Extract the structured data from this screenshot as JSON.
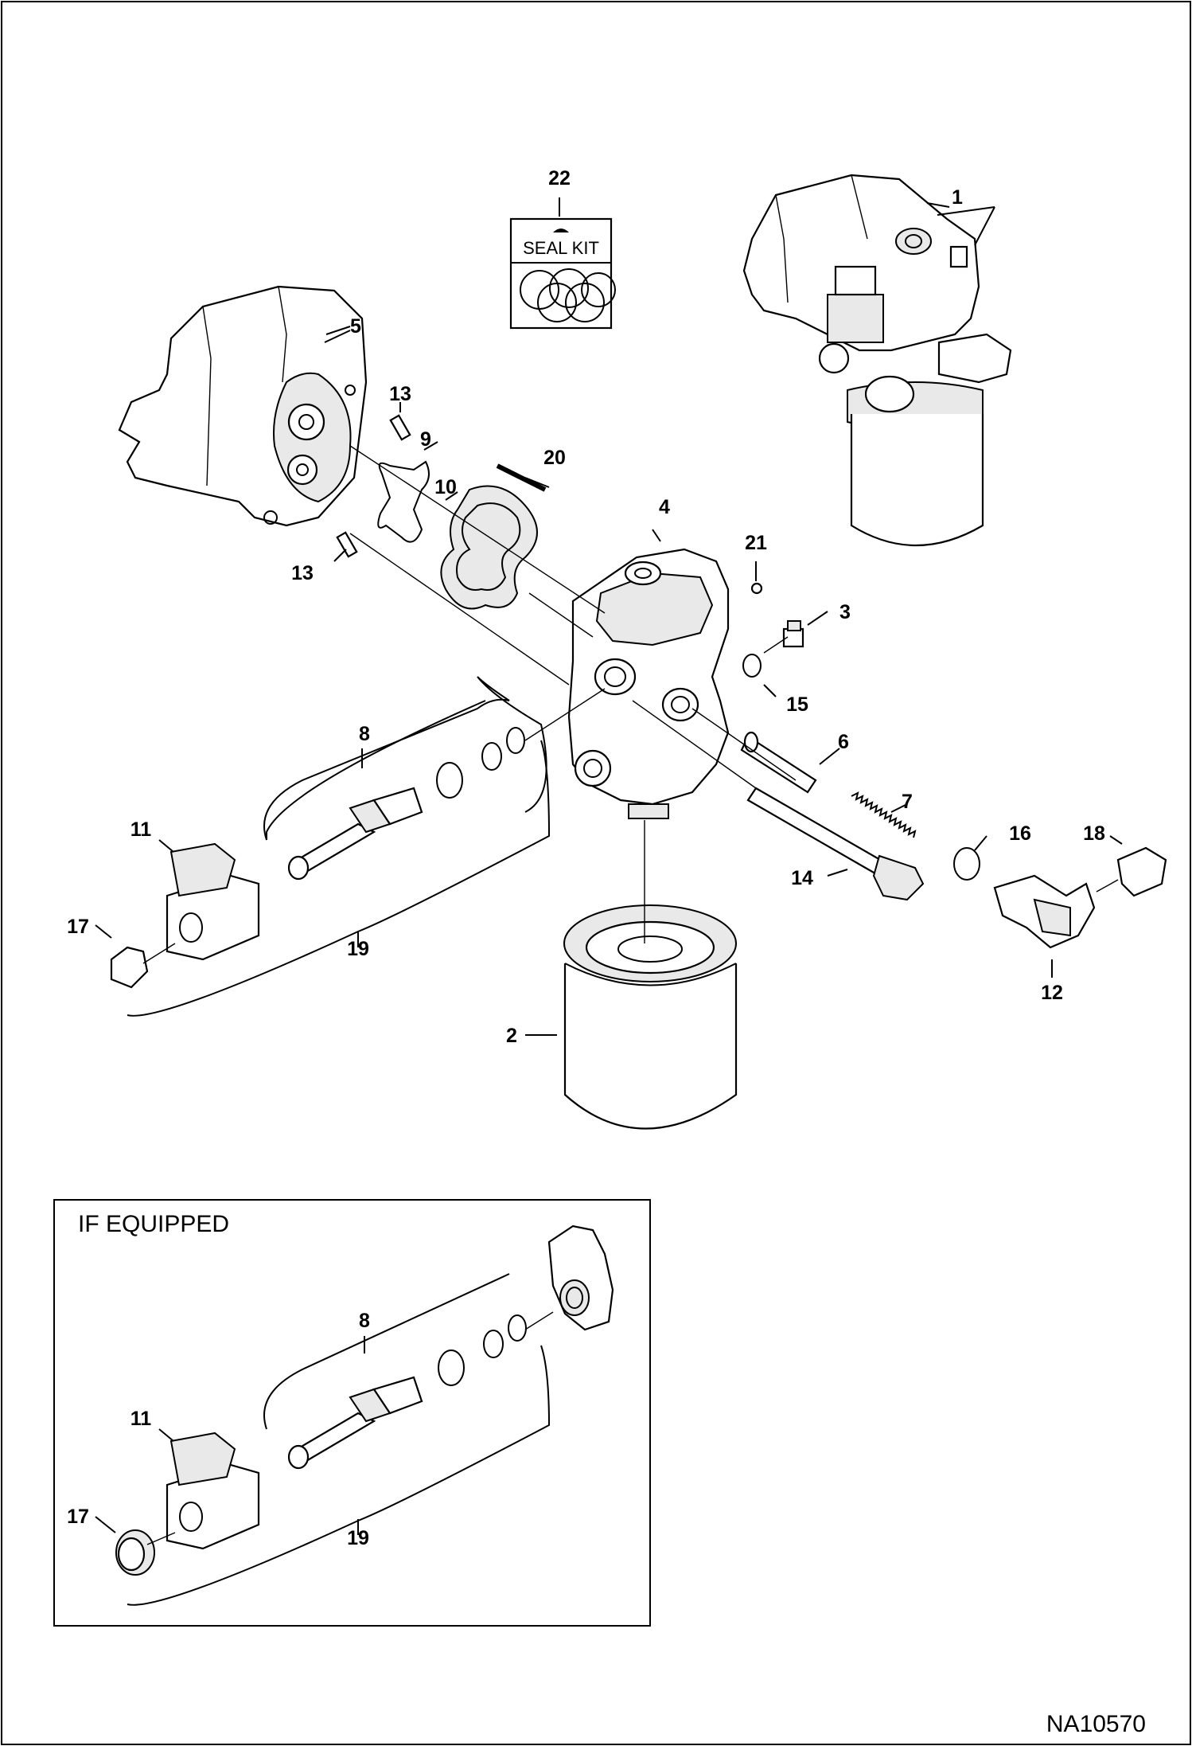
{
  "drawing_id": "NA10570",
  "inset_title": "IF EQUIPPED",
  "seal_kit_label": "SEAL KIT",
  "callouts": {
    "c1": "1",
    "c2": "2",
    "c3": "3",
    "c4": "4",
    "c5": "5",
    "c6": "6",
    "c7": "7",
    "c8": "8",
    "c9": "9",
    "c10": "10",
    "c11": "11",
    "c12": "12",
    "c13a": "13",
    "c13b": "13",
    "c14": "14",
    "c15": "15",
    "c16": "16",
    "c17": "17",
    "c18": "18",
    "c19": "19",
    "c20": "20",
    "c21": "21",
    "c22": "22",
    "i8": "8",
    "i11": "11",
    "i17": "17",
    "i19": "19"
  }
}
